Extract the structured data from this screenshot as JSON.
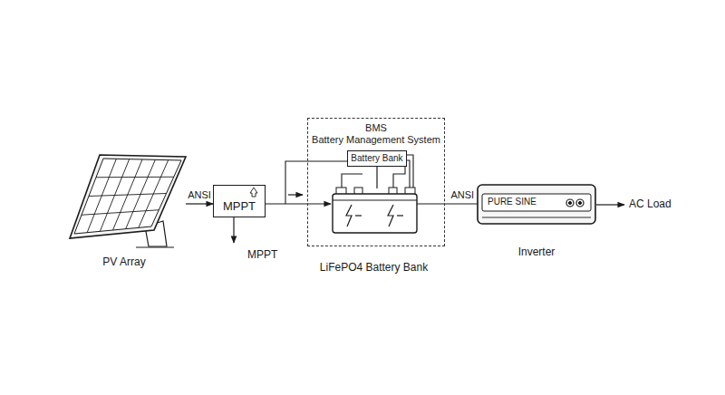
{
  "diagram": {
    "nodes": [
      {
        "text": [
          "PV Array"
        ]
      },
      {
        "text": [
          "MPPT"
        ]
      },
      {
        "text": [
          "BMS",
          "Battery Management System"
        ]
      },
      {
        "text": [
          "Battery Bank"
        ],
        "in": 2
      },
      {
        "text": [
          "LiFePO4 Battery Bank"
        ],
        "in": 2
      },
      {
        "text": [
          "PURE SINE",
          "Inverter"
        ]
      }
    ],
    "edges": [
      {
        "from": 0,
        "to": 1,
        "label": "ANSI",
        "arrow": "to"
      },
      {
        "from": 1,
        "to": 4,
        "arrow": "to"
      },
      {
        "from": 3,
        "to": 4,
        "arrow": "none"
      },
      {
        "from": 4,
        "to": 5,
        "label": "ANSI",
        "arrow": "none"
      }
    ],
    "labels": [
      "MPPT",
      "AC Load"
    ]
  }
}
